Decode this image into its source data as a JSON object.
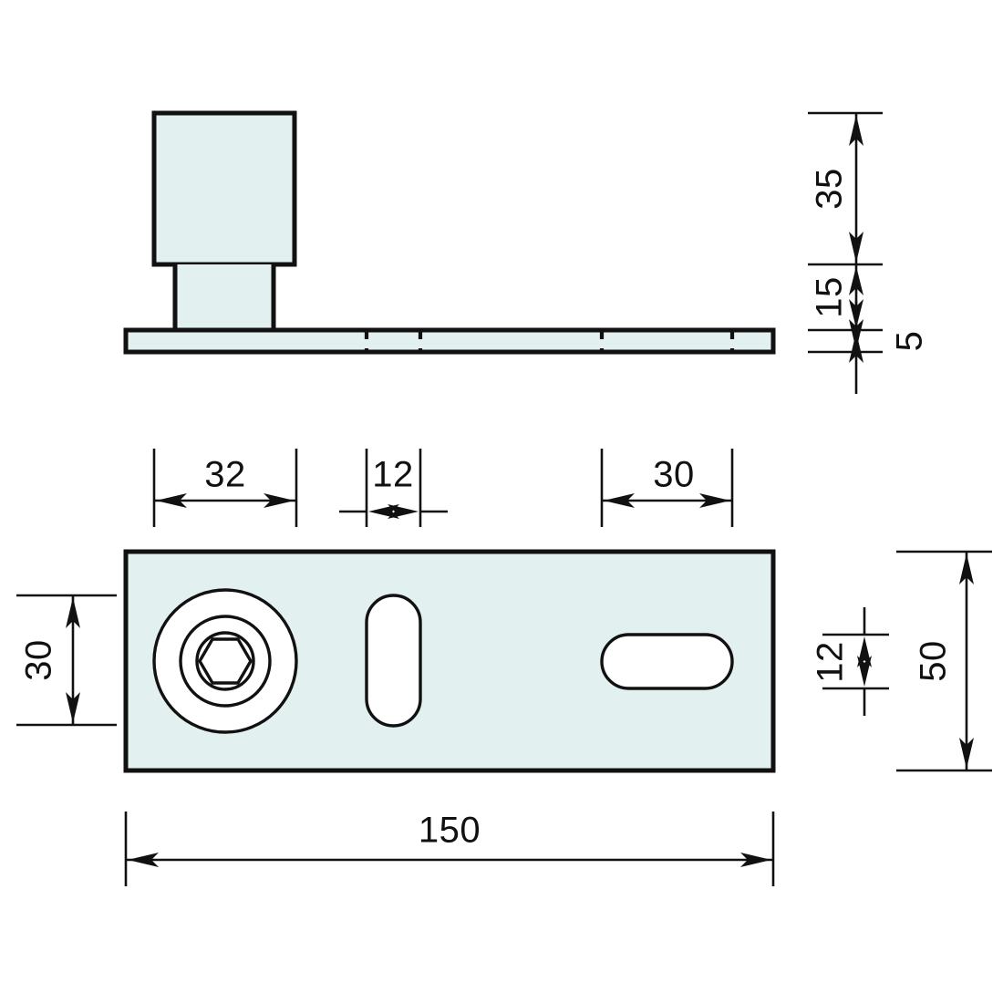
{
  "drawing": {
    "title": "Angle bracket / plate mechanical drawing",
    "units": "mm",
    "line_color": "#111111",
    "part_fill_color": "#e2f0f0",
    "hole_fill_color": "#ffffff",
    "background_color": "#ffffff"
  },
  "views": {
    "side": {
      "name": "side-elevation-view",
      "label": "",
      "parts": [
        {
          "name": "square-head",
          "label": ""
        },
        {
          "name": "neck-boss",
          "label": ""
        },
        {
          "name": "base-plate-edge",
          "label": ""
        }
      ]
    },
    "plan": {
      "name": "plan-top-view",
      "label": "",
      "features": [
        {
          "name": "counterbored-hex-socket-screw",
          "label": ""
        },
        {
          "name": "vertical-rounded-slot",
          "label": ""
        },
        {
          "name": "horizontal-rounded-slot",
          "label": ""
        }
      ]
    }
  },
  "dimensions": {
    "side_view": [
      {
        "id": "dim-35",
        "value": "35",
        "orientation": "vertical",
        "note": "square head height"
      },
      {
        "id": "dim-15",
        "value": "15",
        "orientation": "vertical",
        "note": "neck boss height"
      },
      {
        "id": "dim-5",
        "value": "5",
        "orientation": "vertical",
        "note": "plate thickness"
      }
    ],
    "plan_view": [
      {
        "id": "dim-32",
        "value": "32",
        "orientation": "horizontal",
        "note": "screw head diameter"
      },
      {
        "id": "dim-12t",
        "value": "12",
        "orientation": "horizontal",
        "note": "vertical slot width"
      },
      {
        "id": "dim-30t",
        "value": "30",
        "orientation": "horizontal",
        "note": "horizontal slot length"
      },
      {
        "id": "dim-30l",
        "value": "30",
        "orientation": "vertical",
        "note": "screw centre offset from top"
      },
      {
        "id": "dim-12r",
        "value": "12",
        "orientation": "vertical",
        "note": "horizontal slot width"
      },
      {
        "id": "dim-50",
        "value": "50",
        "orientation": "vertical",
        "note": "plate width"
      },
      {
        "id": "dim-150",
        "value": "150",
        "orientation": "horizontal",
        "note": "plate length"
      }
    ]
  },
  "chart_data": {
    "type": "table",
    "title": "Bracket dimensions (mm)",
    "categories": [
      "150",
      "50",
      "5",
      "35",
      "15",
      "32",
      "30",
      "12",
      "30",
      "12"
    ],
    "values": [
      150,
      50,
      5,
      35,
      15,
      32,
      30,
      12,
      30,
      12
    ]
  }
}
